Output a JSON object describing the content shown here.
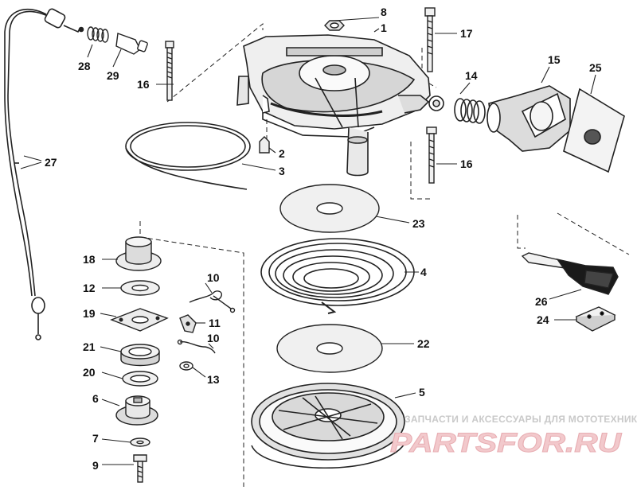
{
  "diagram": {
    "callouts": [
      "1",
      "2",
      "3",
      "4",
      "5",
      "6",
      "7",
      "8",
      "9",
      "10",
      "10",
      "11",
      "12",
      "13",
      "14",
      "15",
      "16",
      "16",
      "17",
      "18",
      "19",
      "20",
      "21",
      "22",
      "23",
      "24",
      "25",
      "26",
      "27",
      "28",
      "29"
    ]
  },
  "watermark": {
    "tagline": "ЗАПЧАСТИ И АКСЕССУАРЫ ДЛЯ МОТОТЕХНИКИ",
    "brand": "PARTSFOR.RU"
  }
}
